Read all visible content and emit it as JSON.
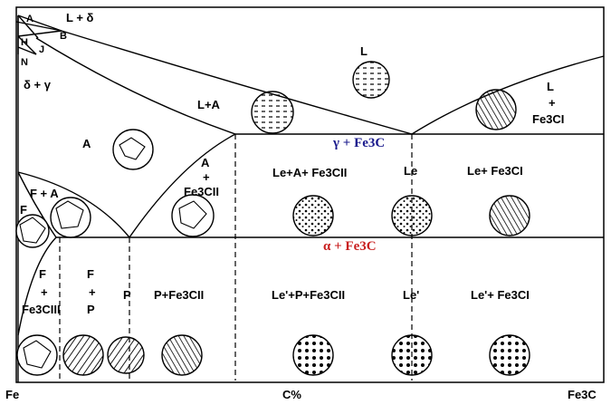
{
  "axis": {
    "left": "Fe",
    "center": "C%",
    "right": "Fe3C"
  },
  "points": {
    "A": "A",
    "B": "B",
    "H": "H",
    "J": "J",
    "N": "N"
  },
  "regions": {
    "l_delta": "L + δ",
    "delta_gamma": "δ + γ",
    "l": "L",
    "l_a": "L+A",
    "l_fe3c_l1": "L",
    "l_fe3c_l2": "+",
    "l_fe3c_l3": "Fe3CI",
    "a": "A",
    "a_fe3cii_l1": "A",
    "a_fe3cii_l2": "+",
    "a_fe3cii_l3": "Fe3CII",
    "le_a_fe3cii": "Le+A+ Fe3CII",
    "le": "Le",
    "le_fe3ci": "Le+ Fe3CI",
    "f_a": "F + A",
    "f": "F",
    "f_fe3ciii_l1": "F",
    "f_fe3ciii_l2": "+",
    "f_fe3ciii_l3": "Fe3CIII",
    "f_p_l1": "F",
    "f_p_l2": "+",
    "f_p_l3": "P",
    "p": "P",
    "p_fe3cii": "P+Fe3CII",
    "led_p_fe3cii": "Le'+P+Fe3CII",
    "led": "Le'",
    "led_fe3ci": "Le'+ Fe3CI"
  },
  "lines": {
    "gamma_fe3c": "γ + Fe3C",
    "alpha_fe3c": "α + Fe3C"
  },
  "colors": {
    "gamma_line_label": "#1a1a8c",
    "alpha_line_label": "#c81e1e",
    "lines": "#000000"
  }
}
